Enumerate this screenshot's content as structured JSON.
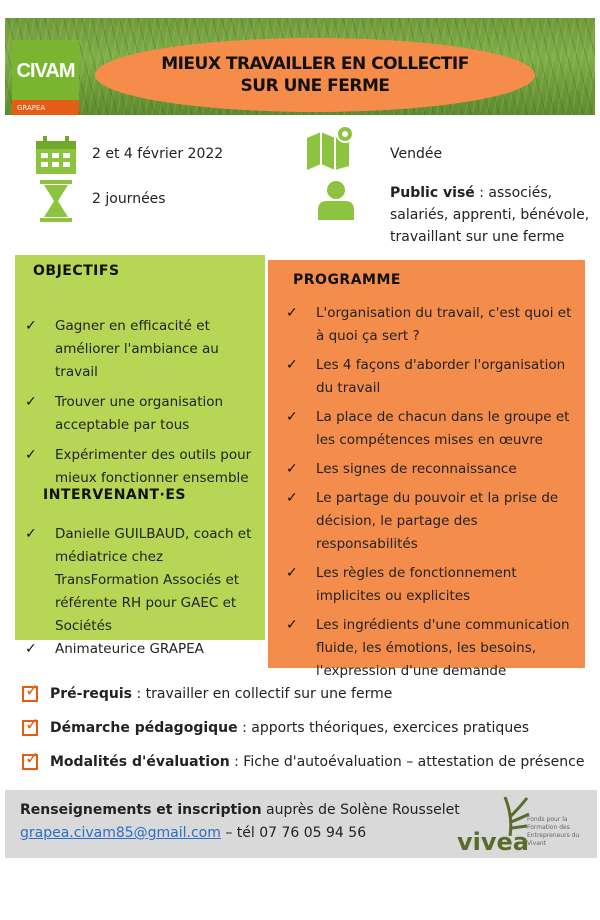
{
  "header": {
    "title_line1": "MIEUX TRAVAILLER EN COLLECTIF",
    "title_line2": "SUR UNE FERME",
    "logo_text": "CIVAM",
    "logo_subtext": "GRAPEA"
  },
  "info": {
    "dates": "2 et 4 février 2022",
    "duration": "2 journées",
    "location": "Vendée",
    "audience_label": "Public visé",
    "audience_text": " : associés, salariés, apprenti, bénévole, travaillant sur une ferme"
  },
  "objectifs": {
    "heading": "OBJECTIFS",
    "items": [
      "Gagner en efficacité et améliorer l'ambiance au travail",
      "Trouver une organisation acceptable par tous",
      "Expérimenter des outils pour mieux fonctionner ensemble"
    ]
  },
  "intervenants": {
    "heading": "INTERVENANT·ES",
    "items": [
      "Danielle GUILBAUD, coach et médiatrice chez TransFormation Associés et référente RH pour GAEC et Sociétés",
      "Animateurice GRAPEA"
    ]
  },
  "programme": {
    "heading": "PROGRAMME",
    "items": [
      "L'organisation du travail, c'est quoi et à quoi ça sert ?",
      "Les 4 façons d'aborder l'organisation du travail",
      "La place de chacun dans le groupe et les compétences mises en œuvre",
      "Les signes de reconnaissance",
      "Le partage du pouvoir et la prise de décision, le partage des responsabilités",
      "Les règles de fonctionnement implicites ou explicites",
      "Les ingrédients d'une communication fluide, les émotions, les besoins, l'expression d'une demande"
    ]
  },
  "details": [
    {
      "label": "Pré-requis",
      "text": " : travailler en collectif sur une ferme"
    },
    {
      "label": "Démarche pédagogique",
      "text": " : apports théoriques, exercices pratiques"
    },
    {
      "label": "Modalités d'évaluation",
      "text": " : Fiche d'autoévaluation – attestation de présence"
    }
  ],
  "footer": {
    "label": "Renseignements et inscription",
    "text": " auprès de Solène Rousselet",
    "email": "grapea.civam85@gmail.com",
    "phone": " – tél 07 76 05 94 56",
    "vivea_logo": "vivea",
    "vivea_tagline": "Fonds pour la Formation des Entrepreneurs du Vivant"
  },
  "colors": {
    "green": "#b8d655",
    "orange": "#f48d4b",
    "brand_orange": "#e35d14"
  }
}
